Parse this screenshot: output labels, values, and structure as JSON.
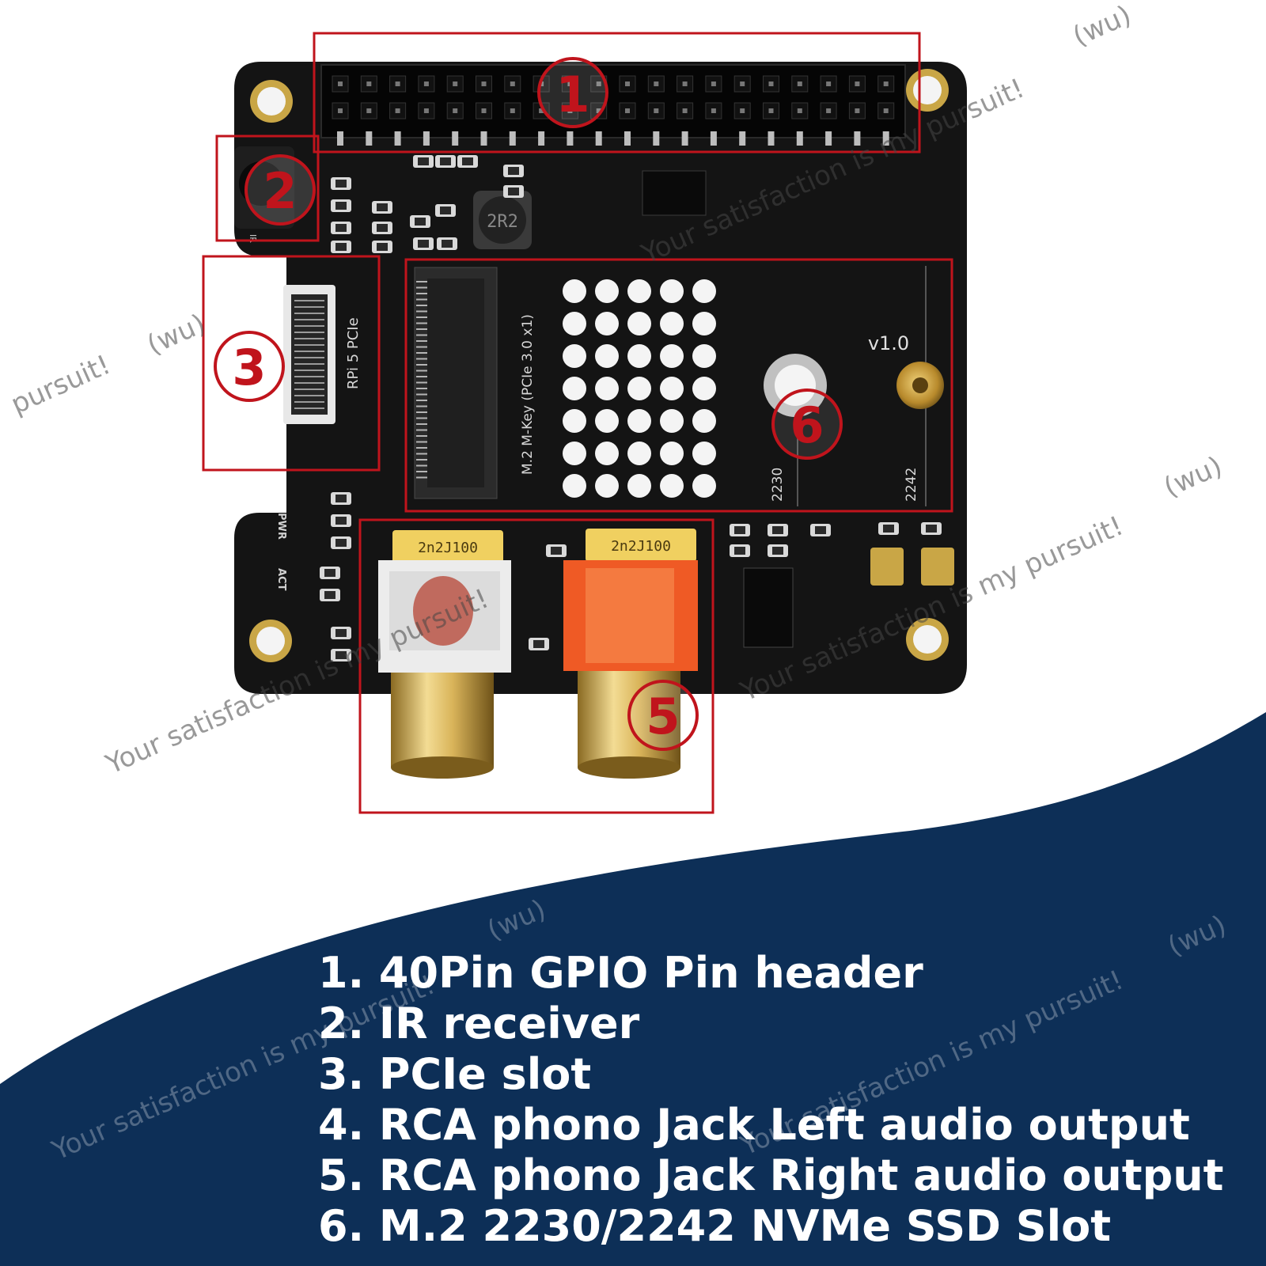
{
  "labels": {
    "n1": "1",
    "n2": "2",
    "n3": "3",
    "n5": "5",
    "n6": "6"
  },
  "board_text": {
    "pcie_connector": "RPi 5 PCIe",
    "m2_label": "M.2 M-Key (PCIe 3.0 x1)",
    "version": "v1.0",
    "size_2230": "2230",
    "size_2242": "2242",
    "inductor": "2R2",
    "cap_left": "2n2J100",
    "cap_right": "2n2J100",
    "ir": "IR",
    "pwr": "PWR",
    "act": "ACT"
  },
  "legend": [
    "1. 40Pin GPIO Pin header",
    "2. IR receiver",
    "3. PCIe slot",
    "4. RCA phono Jack Left audio output",
    "5. RCA phono Jack Right audio output",
    "6. M.2 2230/2242 NVMe SSD Slot"
  ],
  "watermark": {
    "tagline": "Your satisfaction is my pursuit!",
    "short": "pursuit!",
    "mark": "(wu)"
  },
  "colors": {
    "board": "#141414",
    "banner": "#0d2f57",
    "callout": "#c0141c",
    "gold": "#c9a646"
  }
}
